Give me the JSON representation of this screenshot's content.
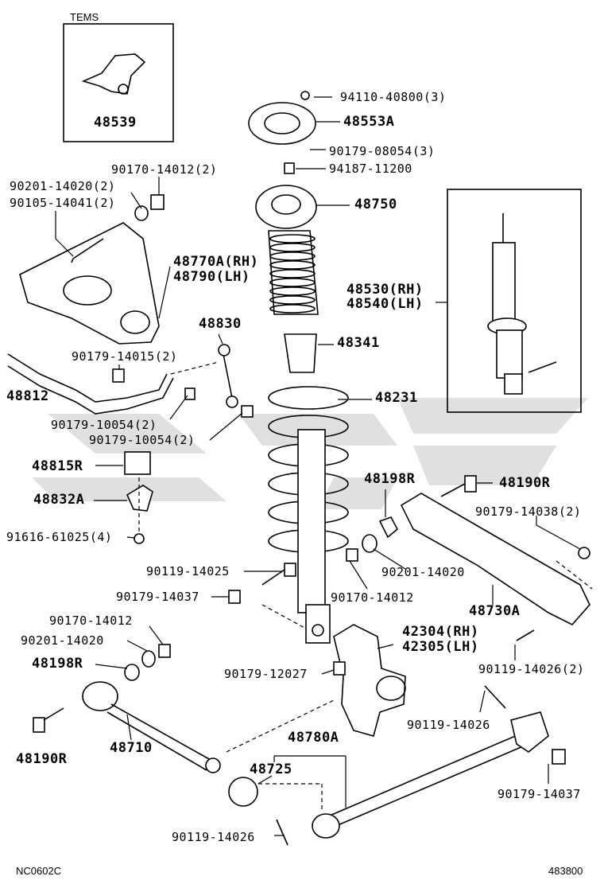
{
  "watermark_color": "#c8c8c8",
  "inset_top": {
    "title": "TEMS",
    "part": "48539"
  },
  "labels": {
    "p94110": "94110-40800(3)",
    "p48553A": "48553A",
    "p90179_08054": "90179-08054(3)",
    "p94187": "94187-11200",
    "p48750": "48750",
    "p90170_14012_2": "90170-14012(2)",
    "p90201_14020_2": "90201-14020(2)",
    "p90105": "90105-14041(2)",
    "p48770A": "48770A(RH)",
    "p48790": "48790(LH)",
    "p48830": "48830",
    "p48341": "48341",
    "p90179_14015": "90179-14015(2)",
    "p48231": "48231",
    "p48812": "48812",
    "p90179_10054_a": "90179-10054(2)",
    "p90179_10054_b": "90179-10054(2)",
    "p48815R": "48815R",
    "p48198R_top": "48198R",
    "p48190R_top": "48190R",
    "p48832A": "48832A",
    "p90179_14038": "90179-14038(2)",
    "p91616": "91616-61025(4)",
    "p90119_14025": "90119-14025",
    "p90201_14020": "90201-14020",
    "p90179_14037_a": "90179-14037",
    "p90170_14012": "90170-14012",
    "p48730A": "48730A",
    "p90170_14012_b": "90170-14012",
    "p42304": "42304(RH)",
    "p42305": "42305(LH)",
    "p90201_14020_b": "90201-14020",
    "p48198R_bot": "48198R",
    "p90119_14026_2": "90119-14026(2)",
    "p90179_12027": "90179-12027",
    "p90119_14026_a": "90119-14026",
    "p48780A": "48780A",
    "p48190R_bot": "48190R",
    "p48710": "48710",
    "p48725": "48725",
    "p90179_14037_b": "90179-14037",
    "p90119_14026_b": "90119-14026",
    "p48530": "48530(RH)",
    "p48540": "48540(LH)",
    "footer_left": "NC0602C",
    "footer_right": "483800"
  }
}
